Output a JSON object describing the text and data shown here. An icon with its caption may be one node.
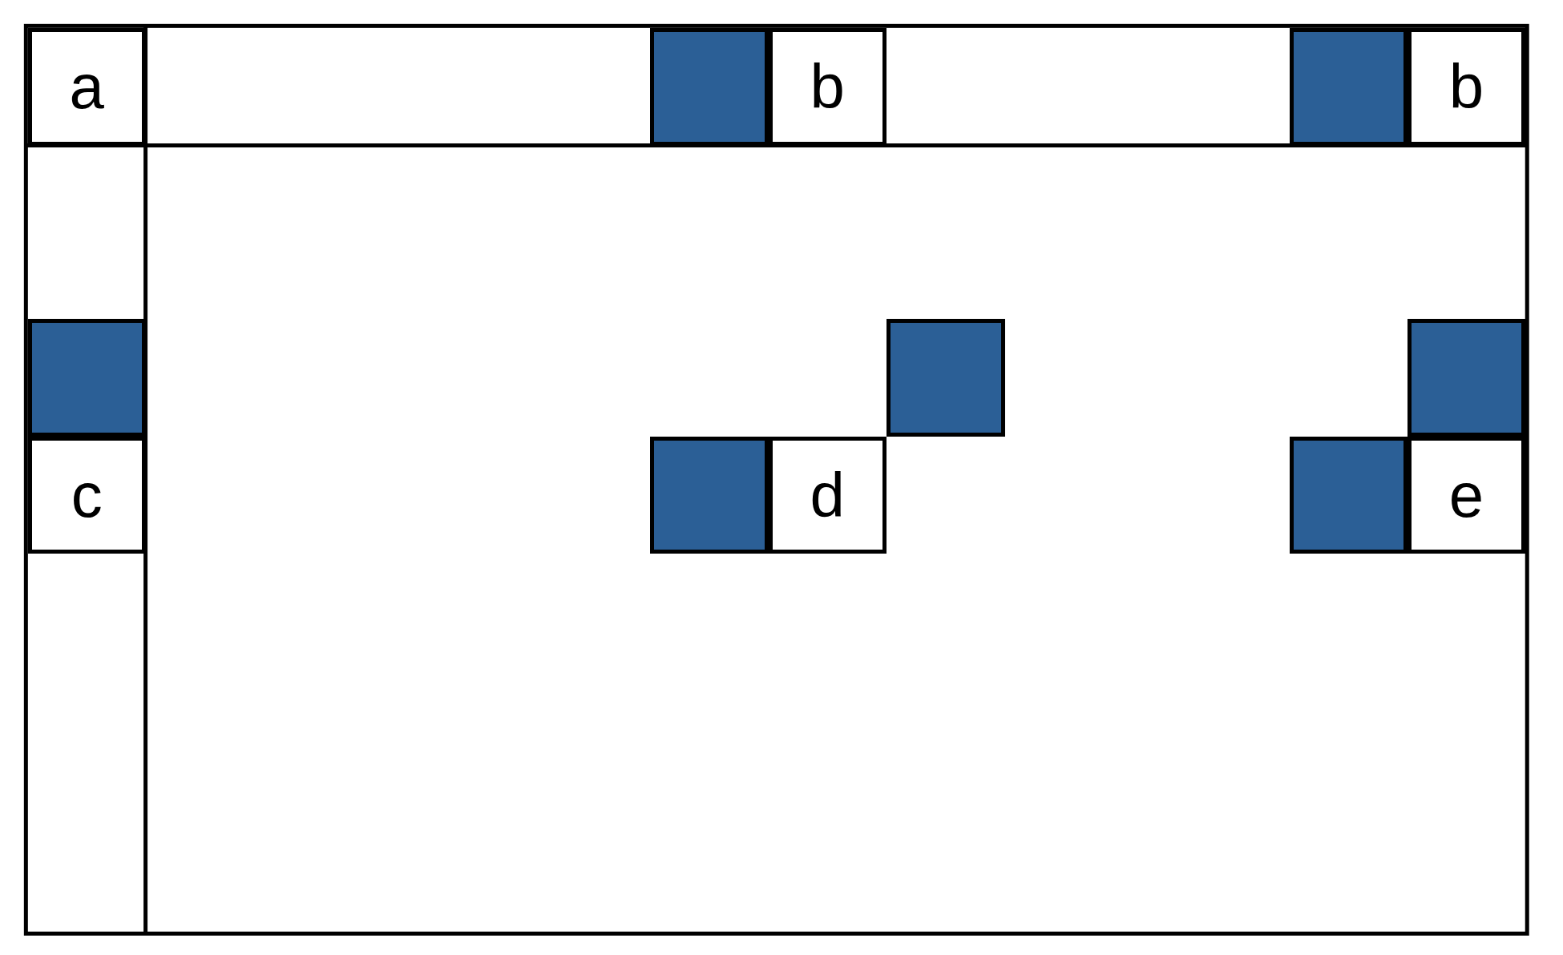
{
  "diagram": {
    "nodes": [
      {
        "text": [
          "a"
        ]
      },
      {
        "text": [],
        "shape": "box"
      },
      {
        "text": [
          "b"
        ]
      },
      {
        "text": [],
        "shape": "box"
      },
      {
        "text": [
          "b"
        ]
      },
      {
        "text": [],
        "shape": "box"
      },
      {
        "text": [],
        "shape": "box"
      },
      {
        "text": [],
        "shape": "box"
      },
      {
        "text": [
          "c"
        ]
      },
      {
        "text": [],
        "shape": "box"
      },
      {
        "text": [
          "d"
        ]
      },
      {
        "text": [],
        "shape": "box"
      },
      {
        "text": [
          "e"
        ]
      }
    ]
  }
}
